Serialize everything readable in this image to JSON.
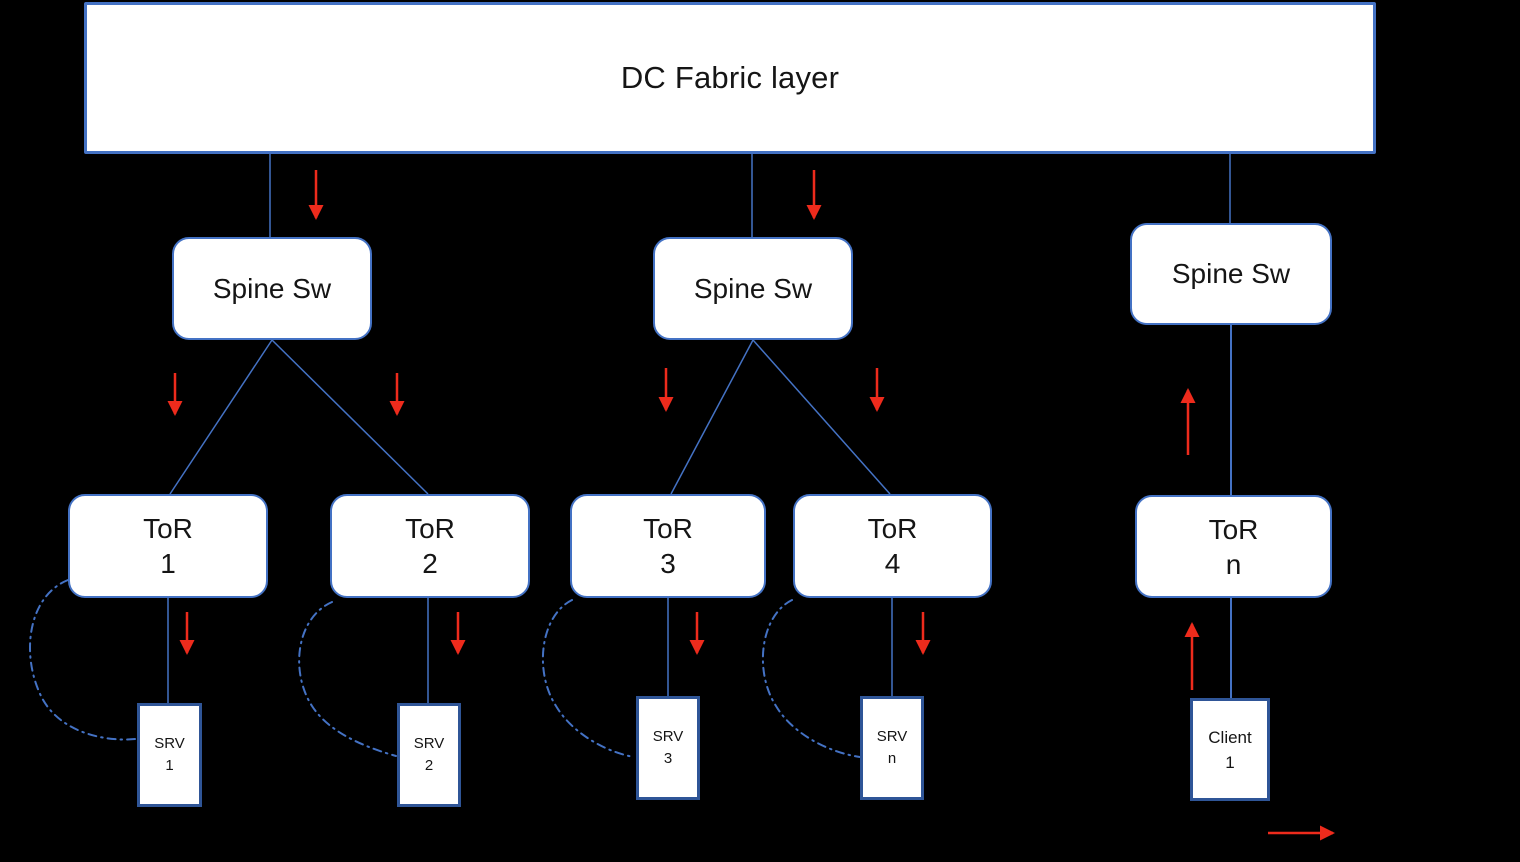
{
  "colors": {
    "accent_blue": "#4472C4",
    "endpoint_border_blue": "#2F5597",
    "arrow_red": "#EE2B1C",
    "node_fill": "#FFFFFF",
    "background": "#000000",
    "text": "#151515"
  },
  "fabric": {
    "label": "DC Fabric layer"
  },
  "spines": {
    "spine1": {
      "label": "Spine Sw"
    },
    "spine2": {
      "label": "Spine Sw"
    },
    "spine_n": {
      "label": "Spine Sw"
    }
  },
  "tors": {
    "tor1": {
      "name": "ToR",
      "id": "1"
    },
    "tor2": {
      "name": "ToR",
      "id": "2"
    },
    "tor3": {
      "name": "ToR",
      "id": "3"
    },
    "tor4": {
      "name": "ToR",
      "id": "4"
    },
    "tor_n": {
      "name": "ToR",
      "id": "n"
    }
  },
  "endpoints": {
    "srv1": {
      "name": "SRV",
      "id": "1"
    },
    "srv2": {
      "name": "SRV",
      "id": "2"
    },
    "srv3": {
      "name": "SRV",
      "id": "3"
    },
    "srv_n": {
      "name": "SRV",
      "id": "n"
    },
    "client1": {
      "name": "Client",
      "id": "1"
    }
  }
}
